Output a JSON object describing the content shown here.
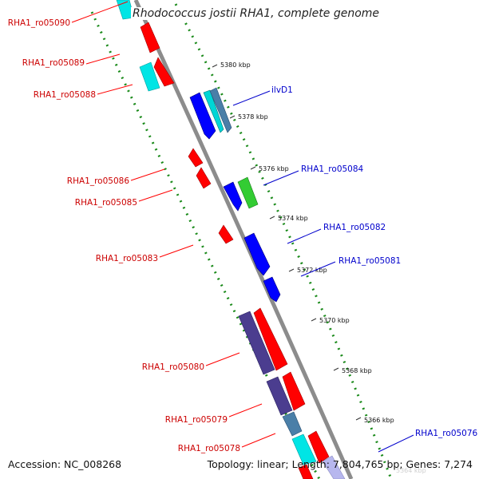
{
  "title": "Rhodococcus jostii RHA1, complete genome",
  "footer": {
    "accession": "Accession: NC_008268",
    "topology": "Topology: linear; Length: 7,804,765 bp; Genes: 7,274"
  },
  "colors": {
    "forward_gene": "#0000ff",
    "reverse_gene": "#ff0000",
    "cyan_gene": "#00e5e5",
    "green_gene": "#33cc33",
    "purple_gene": "#4b3d8f",
    "steel_gene": "#4a7fa8",
    "backbone": "#8c8c8c",
    "dotted_track": "#1a8a1a",
    "left_label": "#cc0000",
    "right_label": "#0000cc"
  },
  "ticks": [
    "5380 kbp",
    "5378 kbp",
    "5376 kbp",
    "5374 kbp",
    "5372 kbp",
    "5370 kbp",
    "5368 kbp",
    "5366 kbp"
  ],
  "left_labels": [
    "RHA1_ro05090",
    "RHA1_ro05089",
    "RHA1_ro05088",
    "RHA1_ro05086",
    "RHA1_ro05085",
    "RHA1_ro05083",
    "RHA1_ro05080",
    "RHA1_ro05079",
    "RHA1_ro05078"
  ],
  "right_labels": [
    "ilvD1",
    "RHA1_ro05084",
    "RHA1_ro05082",
    "RHA1_ro05081",
    "RHA1_ro05076"
  ],
  "partial_tick": "5364 kbp"
}
